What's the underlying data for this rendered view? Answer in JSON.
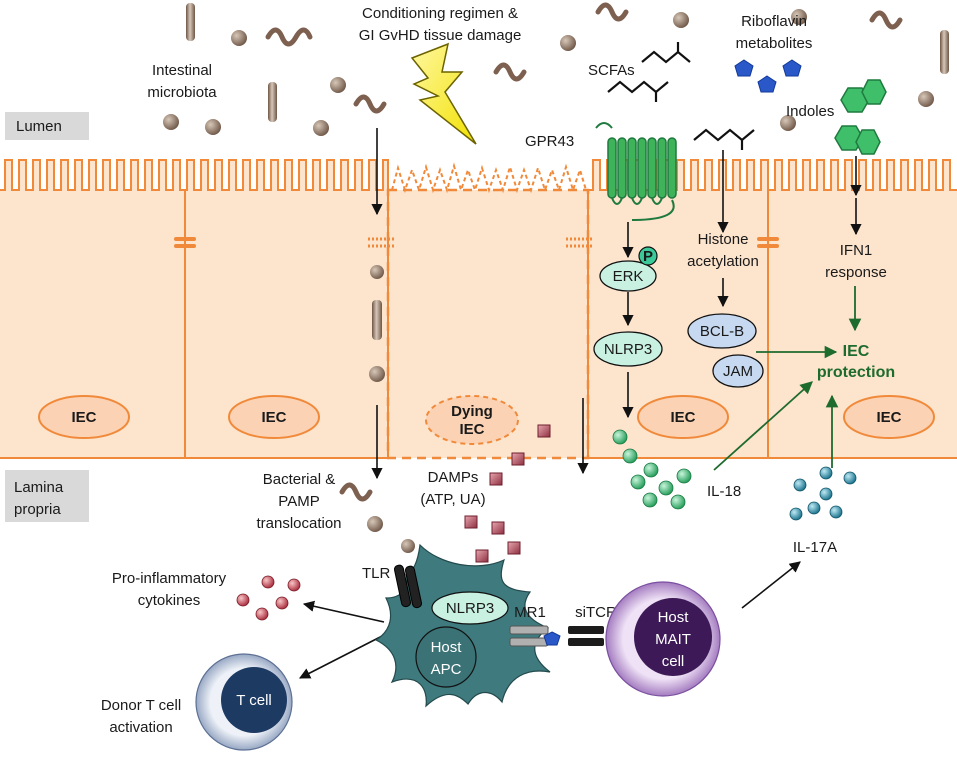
{
  "regions": {
    "lumen": "Lumen",
    "lamina": [
      "Lamina",
      "propria"
    ]
  },
  "labels": {
    "conditioning": [
      "Conditioning regimen &",
      "GI GvHD tissue damage"
    ],
    "microbiota": [
      "Intestinal",
      "microbiota"
    ],
    "scfas": "SCFAs",
    "riboflavin": [
      "Riboflavin",
      "metabolites"
    ],
    "gpr43": "GPR43",
    "indoles": "Indoles",
    "phospho": "P",
    "erk": "ERK",
    "nlrp3_iec": "NLRP3",
    "histone": [
      "Histone",
      "acetylation"
    ],
    "bclb": "BCL-B",
    "jam": "JAM",
    "ifn1": [
      "IFN1",
      "response"
    ],
    "iec_protection": [
      "IEC",
      "protection"
    ],
    "iec": "IEC",
    "dying_iec": [
      "Dying",
      "IEC"
    ],
    "damps": [
      "DAMPs",
      "(ATP, UA)"
    ],
    "bacterial": [
      "Bacterial &",
      "PAMP",
      "translocation"
    ],
    "il18": "IL-18",
    "il17a": "IL-17A",
    "tlr": "TLR",
    "nlrp3_apc": "NLRP3",
    "host_apc": [
      "Host",
      "APC"
    ],
    "mr1": "MR1",
    "sitcr": "siTCR",
    "mait": [
      "Host",
      "MAIT",
      "cell"
    ],
    "pro_inflammatory": [
      "Pro-inflammatory",
      "cytokines"
    ],
    "t_cell": "T cell",
    "donor_t": [
      "Donor T cell",
      "activation"
    ]
  },
  "colors": {
    "cell_fill": "#fde4cd",
    "cell_stroke": "#f08a3a",
    "nucleus_fill": "#fcd2b4",
    "apc": "#3f7a7e",
    "mait_outer": "#d9c2e6",
    "mait_inner": "#3d1a57",
    "tcell_outer": "#d8e0ec",
    "tcell_inner": "#1d3a63",
    "protection": "#1e6b2e",
    "receptor": "#2ea24a",
    "light_green": "#c9f1e2",
    "il18": "#2dbf6a",
    "il17a": "#1b7f9a",
    "damp": "#b04a5a",
    "cytokine": "#c43b4a",
    "riboflavin": "#2b58c9",
    "bacteria": "#8a7060"
  }
}
